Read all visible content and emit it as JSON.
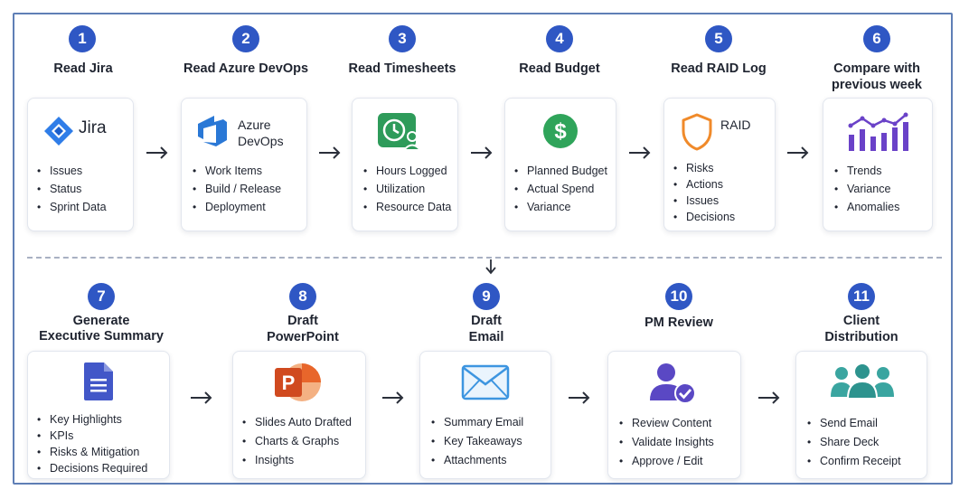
{
  "colors": {
    "accent": "#2f57c4",
    "frame": "#5f7fb6"
  },
  "steps": [
    {
      "num": "1",
      "title": "Read Jira",
      "icon": "jira-icon",
      "brand": "Jira",
      "items": [
        "Issues",
        "Status",
        "Sprint Data"
      ]
    },
    {
      "num": "2",
      "title": "Read Azure DevOps",
      "icon": "azure-devops-icon",
      "brand_line1": "Azure",
      "brand_line2": "DevOps",
      "items": [
        "Work Items",
        "Build / Release",
        "Deployment"
      ]
    },
    {
      "num": "3",
      "title": "Read Timesheets",
      "icon": "timesheet-clock-icon",
      "items": [
        "Hours Logged",
        "Utilization",
        "Resource Data"
      ]
    },
    {
      "num": "4",
      "title": "Read Budget",
      "icon": "dollar-icon",
      "items": [
        "Planned Budget",
        "Actual Spend",
        "Variance"
      ]
    },
    {
      "num": "5",
      "title": "Read RAID Log",
      "icon": "shield-icon",
      "brand": "RAID",
      "items": [
        "Risks",
        "Actions",
        "Issues",
        "Decisions"
      ]
    },
    {
      "num": "6",
      "title_line1": "Compare with",
      "title_line2": "previous week",
      "icon": "trend-chart-icon",
      "items": [
        "Trends",
        "Variance",
        "Anomalies"
      ]
    },
    {
      "num": "7",
      "title_line1": "Generate",
      "title_line2": "Executive Summary",
      "icon": "document-icon",
      "items": [
        "Key Highlights",
        "KPIs",
        "Risks & Mitigation",
        "Decisions Required"
      ]
    },
    {
      "num": "8",
      "title_line1": "Draft",
      "title_line2": "PowerPoint",
      "icon": "powerpoint-icon",
      "items": [
        "Slides Auto Drafted",
        "Charts & Graphs",
        "Insights"
      ]
    },
    {
      "num": "9",
      "title_line1": "Draft",
      "title_line2": "Email",
      "icon": "email-icon",
      "items": [
        "Summary Email",
        "Key Takeaways",
        "Attachments"
      ]
    },
    {
      "num": "10",
      "title": "PM Review",
      "icon": "user-check-icon",
      "items": [
        "Review Content",
        "Validate Insights",
        "Approve / Edit"
      ]
    },
    {
      "num": "11",
      "title_line1": "Client",
      "title_line2": "Distribution",
      "icon": "team-icon",
      "items": [
        "Send Email",
        "Share Deck",
        "Confirm Receipt"
      ]
    }
  ]
}
